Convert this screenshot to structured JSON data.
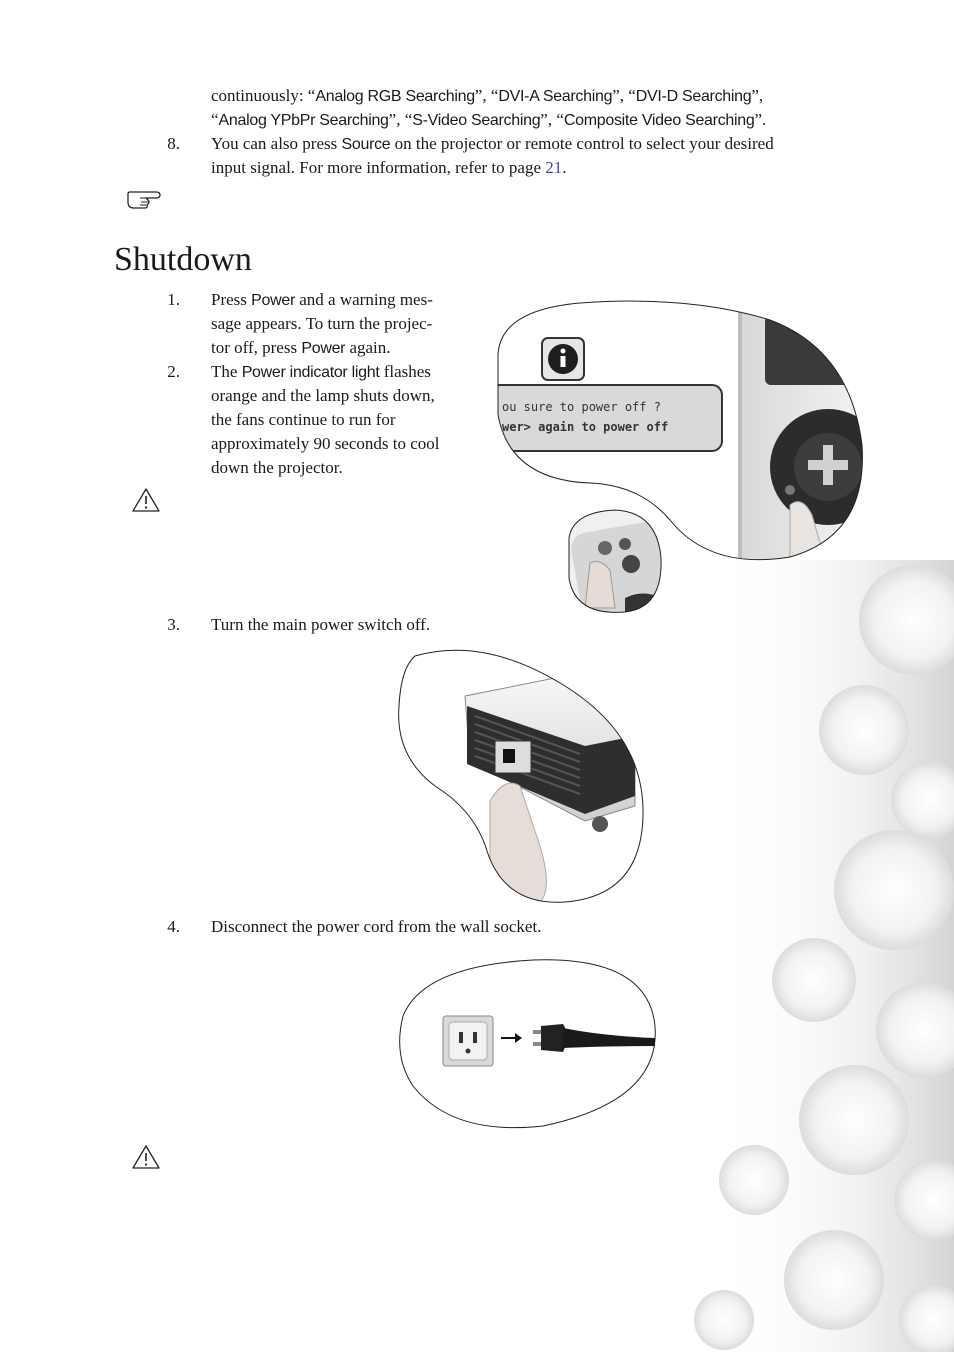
{
  "intro": {
    "line1_prefix": "continuously: “",
    "sig_analog_rgb": "Analog RGB Searching",
    "sep1": "”, “",
    "sig_dvi_a": "DVI-A Searching",
    "sep2": "”, “",
    "sig_dvi_d": "DVI-D Searching",
    "sep3": "”,",
    "line2_open": "“",
    "sig_ypbpr": "Analog YPbPr Searching",
    "sep4": "”, “",
    "sig_svideo": "S-Video Searching",
    "sep5": "”, “",
    "sig_composite": "Composite Video Searching",
    "line2_end": "”."
  },
  "step8": {
    "number": "8.",
    "text_a": "You can also press ",
    "source_label": "Source",
    "text_b": " on the projector or remote control to select your desired",
    "text_c": "input signal. For more information, refer to page ",
    "page_ref": "21",
    "text_d": "."
  },
  "section": {
    "title": "Shutdown"
  },
  "step1": {
    "number": "1.",
    "l1_a": "Press ",
    "power_label": "Power",
    "l1_b": " and a warning mes-",
    "l2": "sage appears. To turn the projec-",
    "l3_a": "tor off, press ",
    "power_label_2": "Power",
    "l3_b": " again."
  },
  "step2": {
    "number": "2.",
    "l1_a": "The ",
    "indicator_label": "Power indicator light",
    "l1_b": " flashes",
    "l2": "orange and the lamp shuts down,",
    "l3": "the fans continue to run for",
    "l4": "approximately 90 seconds to cool",
    "l5": "down the projector."
  },
  "osd": {
    "line1": "ou sure to power off ?",
    "line2": "wer> again to power off"
  },
  "step3": {
    "number": "3.",
    "text": "Turn the main power switch off."
  },
  "step4": {
    "number": "4.",
    "text": "Disconnect the power cord from the wall socket."
  },
  "icons": {
    "note": "pointing-hand-icon",
    "caution1": "warning-icon",
    "caution2": "warning-icon",
    "info": "info-icon",
    "arrow": "arrow-right-icon"
  }
}
